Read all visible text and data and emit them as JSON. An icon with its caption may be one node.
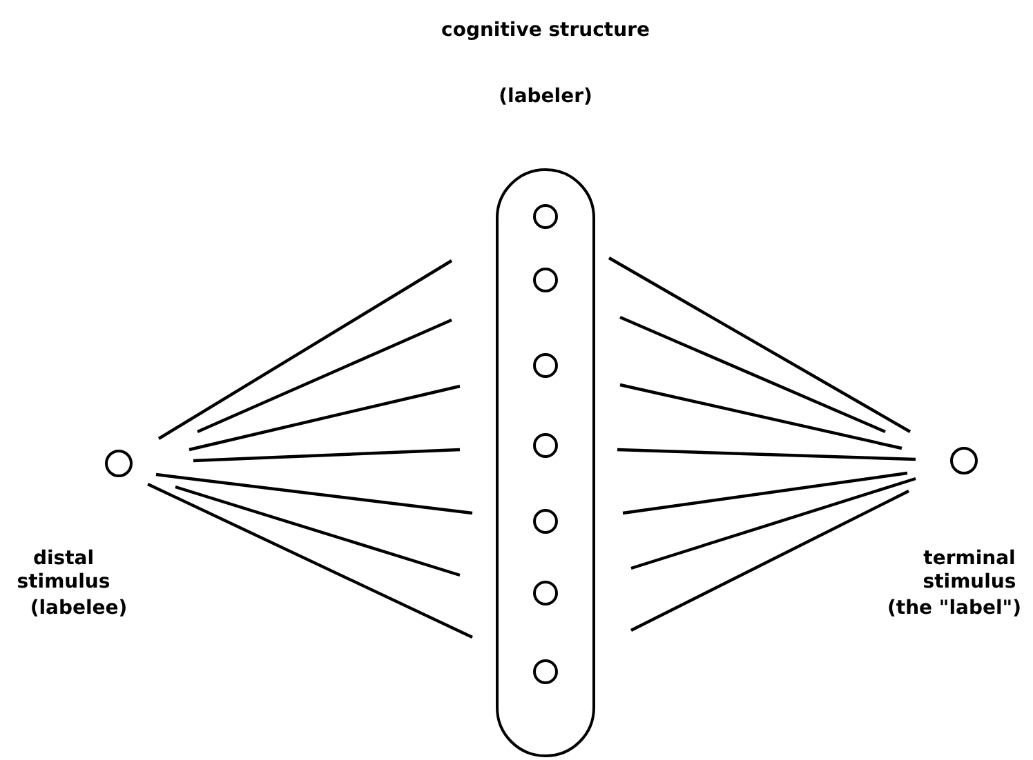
{
  "diagram": {
    "title": "cognitive structure",
    "labels": [
      "(labeler)"
    ],
    "nodes": [
      {
        "text": [],
        "shape": "circle",
        "beside": [
          "distal stimulus",
          "(labelee)"
        ]
      },
      {
        "text": [],
        "shape": "box"
      },
      {
        "text": [],
        "shape": "circle",
        "in": 1
      },
      {
        "text": [],
        "shape": "circle",
        "in": 1
      },
      {
        "text": [],
        "shape": "circle",
        "in": 1
      },
      {
        "text": [],
        "shape": "circle",
        "in": 1
      },
      {
        "text": [],
        "shape": "circle",
        "in": 1
      },
      {
        "text": [],
        "shape": "circle",
        "in": 1
      },
      {
        "text": [],
        "shape": "circle",
        "in": 1
      },
      {
        "text": [],
        "shape": "circle",
        "beside": [
          "terminal stimulus",
          "(the \"label\")"
        ]
      }
    ],
    "edges": [
      {
        "from": 0,
        "to": 1,
        "arrow": "none"
      },
      {
        "from": 0,
        "to": 1,
        "arrow": "none"
      },
      {
        "from": 0,
        "to": 1,
        "arrow": "none"
      },
      {
        "from": 0,
        "to": 1,
        "arrow": "none"
      },
      {
        "from": 0,
        "to": 1,
        "arrow": "none"
      },
      {
        "from": 0,
        "to": 1,
        "arrow": "none"
      },
      {
        "from": 0,
        "to": 1,
        "arrow": "none"
      },
      {
        "from": 1,
        "to": 9,
        "arrow": "none"
      },
      {
        "from": 1,
        "to": 9,
        "arrow": "none"
      },
      {
        "from": 1,
        "to": 9,
        "arrow": "none"
      },
      {
        "from": 1,
        "to": 9,
        "arrow": "none"
      },
      {
        "from": 1,
        "to": 9,
        "arrow": "none"
      },
      {
        "from": 1,
        "to": 9,
        "arrow": "none"
      },
      {
        "from": 1,
        "to": 9,
        "arrow": "none"
      }
    ]
  }
}
